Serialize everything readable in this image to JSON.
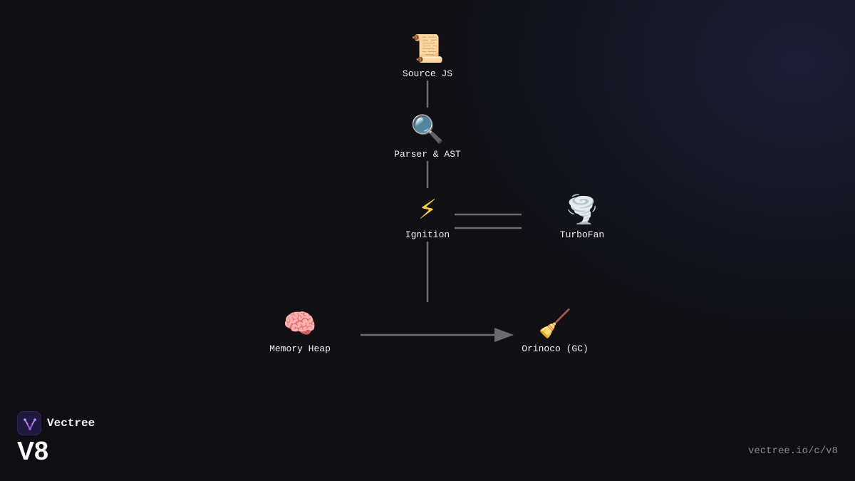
{
  "diagram": {
    "nodes": [
      {
        "id": "source-js",
        "label": "Source JS",
        "icon": "scroll-icon",
        "glyph": "📜"
      },
      {
        "id": "parser-ast",
        "label": "Parser & AST",
        "icon": "magnifier-icon",
        "glyph": "🔍"
      },
      {
        "id": "ignition",
        "label": "Ignition",
        "icon": "lightning-icon",
        "glyph": "⚡"
      },
      {
        "id": "turbofan",
        "label": "TurboFan",
        "icon": "tornado-icon",
        "glyph": "🌪️"
      },
      {
        "id": "memory-heap",
        "label": "Memory Heap",
        "icon": "brain-icon",
        "glyph": "🧠"
      },
      {
        "id": "orinoco-gc",
        "label": "Orinoco (GC)",
        "icon": "broom-icon",
        "glyph": "🧹"
      }
    ],
    "edges": [
      {
        "from": "source-js",
        "to": "parser-ast",
        "style": "line"
      },
      {
        "from": "parser-ast",
        "to": "ignition",
        "style": "line"
      },
      {
        "from": "ignition",
        "to": "turbofan",
        "style": "double-line"
      },
      {
        "from": "ignition",
        "to": "orinoco-gc",
        "style": "line"
      },
      {
        "from": "memory-heap",
        "to": "orinoco-gc",
        "style": "arrow"
      }
    ],
    "edge_color": "#6b6b70"
  },
  "brand": {
    "name": "Vectree",
    "logo_icon": "vectree-logo-icon",
    "accent": "#9b5de5"
  },
  "page": {
    "title": "V8",
    "url": "vectree.io/c/v8"
  }
}
